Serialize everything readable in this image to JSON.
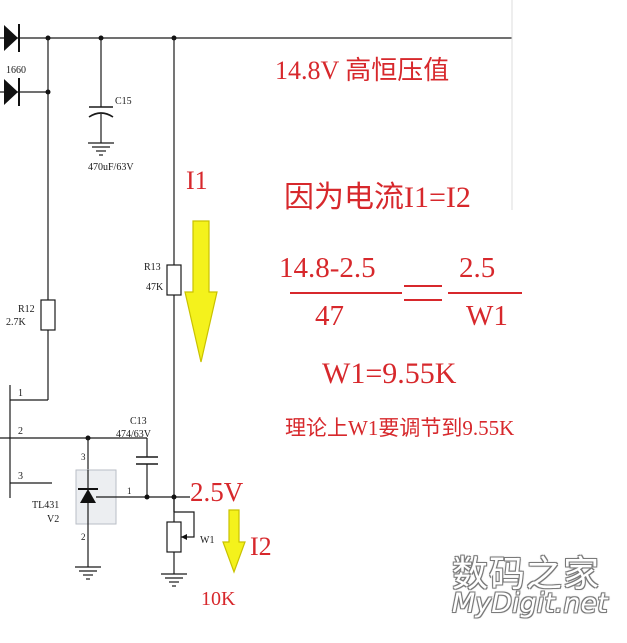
{
  "components": {
    "diode_label": "1660",
    "c15_label": "C15",
    "c15_value": "470uF/63V",
    "r13_label": "R13",
    "r13_value": "47K",
    "r12_label": "R12",
    "r12_value": "2.7K",
    "c13_label": "C13",
    "c13_value": "474/63V",
    "tl431_label": "TL431",
    "v2_label": "V2",
    "w1_label": "W1",
    "pin1": "1",
    "pin2": "2",
    "pin3": "3",
    "tl_pin3": "3",
    "tl_pin1": "1",
    "tl_pin2": "2"
  },
  "annotations": {
    "voltage_high": "14.8V  高恒压值",
    "i1": "I1",
    "equation_title": "因为电流I1=I2",
    "frac_left_num": "14.8-2.5",
    "frac_left_den": "47",
    "frac_right_num": "2.5",
    "frac_right_den": "W1",
    "result": "W1=9.55K",
    "theory": "理论上W1要调节到9.55K",
    "v_ref": "2.5V",
    "i2": "I2",
    "pot_value": "10K"
  },
  "watermark": {
    "cn": "数码之家",
    "en": "MyDigit.net"
  },
  "colors": {
    "annotation": "#d7282c",
    "arrow_fill": "#f4f21c",
    "arrow_stroke": "#c9c200",
    "wire": "#1a1a1a"
  }
}
